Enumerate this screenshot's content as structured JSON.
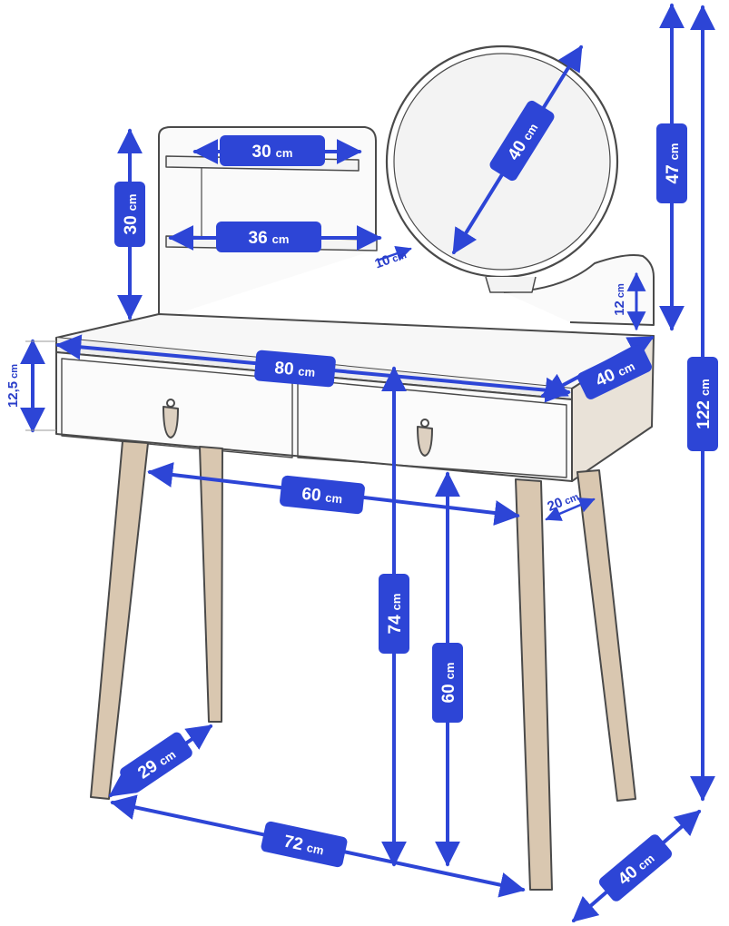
{
  "colors": {
    "accent": "#2d45d6",
    "line": "#4a4a4a",
    "wood": "#8a6a4a"
  },
  "dimensions": {
    "shelf_top_width": {
      "value": "30",
      "unit": "cm"
    },
    "shelf_height": {
      "value": "30",
      "unit": "cm"
    },
    "shelf_bottom_width": {
      "value": "36",
      "unit": "cm"
    },
    "shelf_depth": {
      "value": "10",
      "unit": "cm"
    },
    "mirror_diameter": {
      "value": "40",
      "unit": "cm"
    },
    "mirror_height": {
      "value": "47",
      "unit": "cm"
    },
    "side_panel_height": {
      "value": "12",
      "unit": "cm"
    },
    "total_height": {
      "value": "122",
      "unit": "cm"
    },
    "drawer_height": {
      "value": "12,5",
      "unit": "cm"
    },
    "top_width": {
      "value": "80",
      "unit": "cm"
    },
    "top_depth": {
      "value": "40",
      "unit": "cm"
    },
    "legs_front_width": {
      "value": "60",
      "unit": "cm"
    },
    "leg_inset": {
      "value": "20",
      "unit": "cm"
    },
    "table_height": {
      "value": "74",
      "unit": "cm"
    },
    "leg_clearance": {
      "value": "60",
      "unit": "cm"
    },
    "legs_side_depth": {
      "value": "29",
      "unit": "cm"
    },
    "legs_base_width": {
      "value": "72",
      "unit": "cm"
    },
    "legs_base_depth": {
      "value": "40",
      "unit": "cm"
    }
  }
}
